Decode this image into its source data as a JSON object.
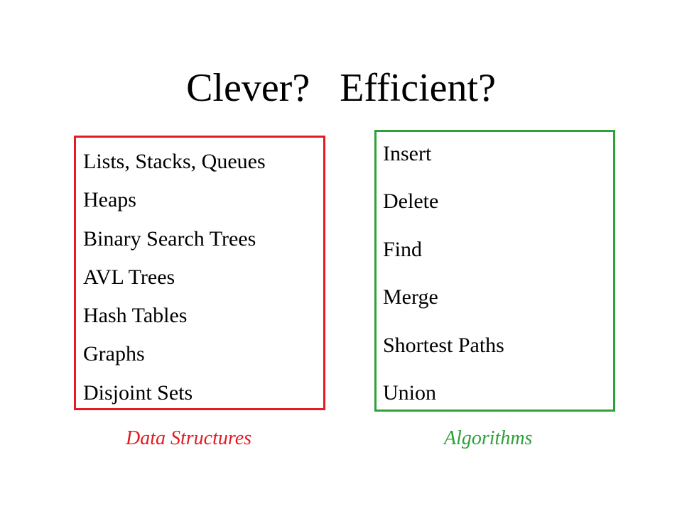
{
  "title": "Clever?   Efficient?",
  "colors": {
    "data_structures": "#e31b23",
    "algorithms": "#2ea13a",
    "text": "#000000",
    "background": "#ffffff"
  },
  "data_structures": {
    "caption": "Data Structures",
    "items": [
      "Lists, Stacks, Queues",
      "Heaps",
      "Binary Search Trees",
      "AVL Trees",
      "Hash Tables",
      "Graphs",
      "Disjoint Sets"
    ]
  },
  "algorithms": {
    "caption": "Algorithms",
    "items": [
      "Insert",
      "Delete",
      "Find",
      "Merge",
      "Shortest Paths",
      "Union"
    ]
  }
}
